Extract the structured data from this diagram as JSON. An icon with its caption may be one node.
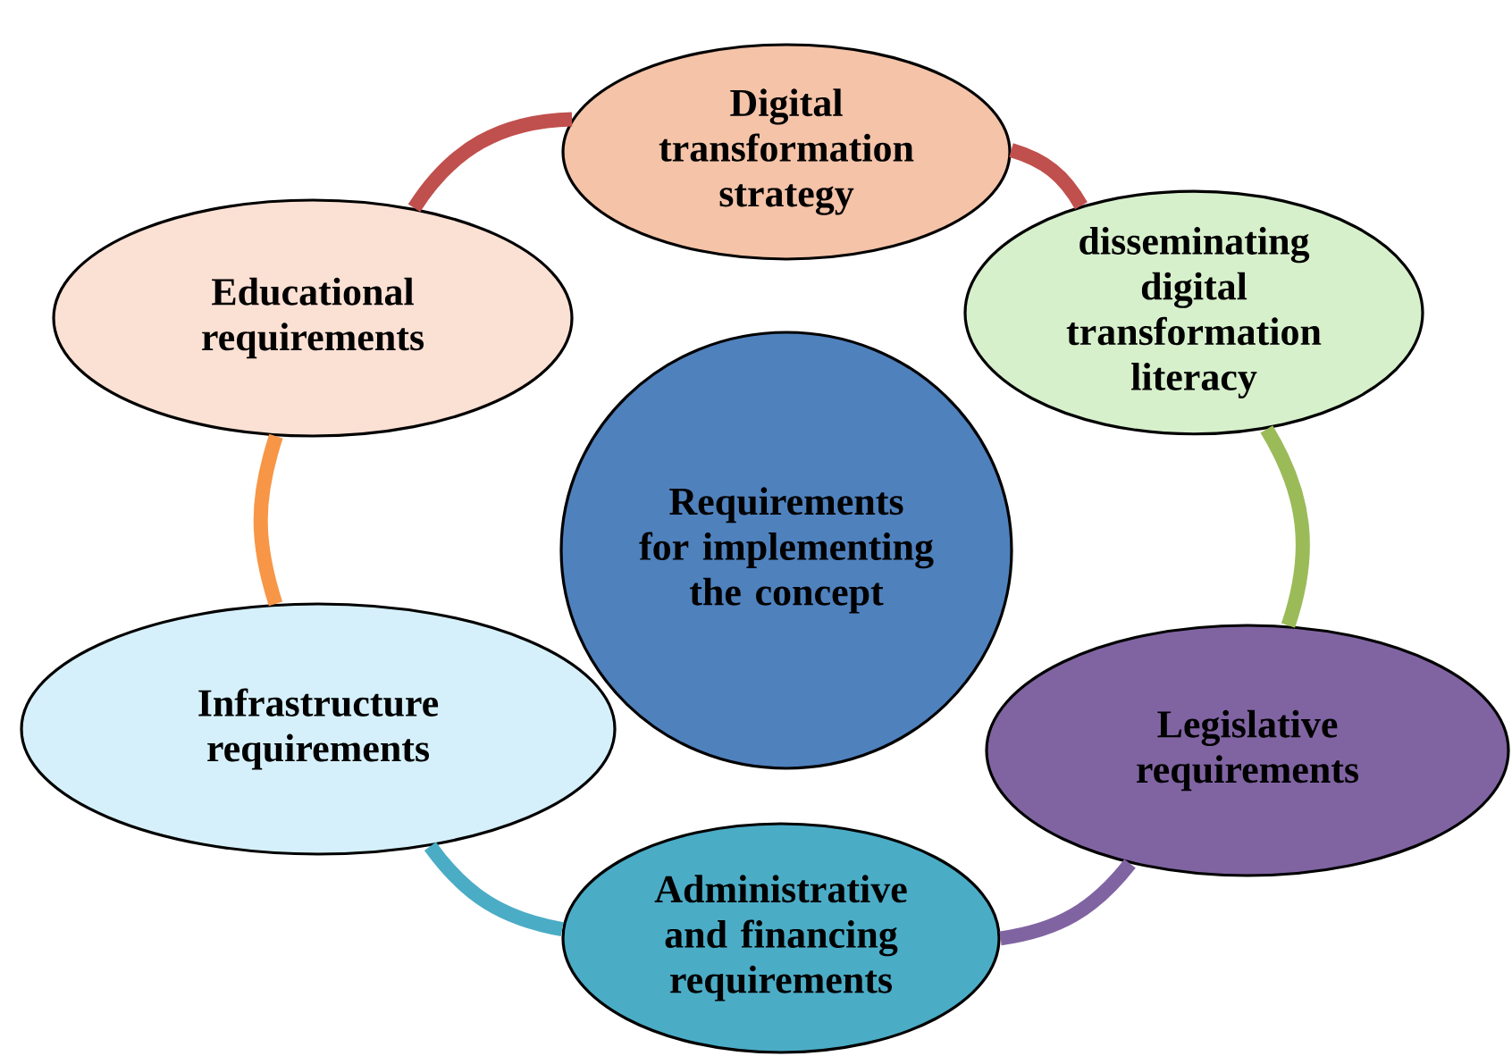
{
  "diagram": {
    "nodes": [
      {
        "text": [
          "Requirements for implementing the concept"
        ]
      },
      {
        "text": [
          "Digital transformation strategy"
        ]
      },
      {
        "text": [
          "disseminating digital transformation literacy"
        ]
      },
      {
        "text": [
          "Legislative requirements"
        ]
      },
      {
        "text": [
          "Administrative and financing requirements"
        ]
      },
      {
        "text": [
          "Infrastructure requirements"
        ]
      },
      {
        "text": [
          "Educational requirements"
        ]
      }
    ],
    "edges": [
      {
        "from": 6,
        "to": 1,
        "arrow": "none",
        "color": "#c0504d"
      },
      {
        "from": 1,
        "to": 2,
        "arrow": "none",
        "color": "#c0504d"
      },
      {
        "from": 2,
        "to": 3,
        "arrow": "none",
        "color": "#9bbb59"
      },
      {
        "from": 3,
        "to": 4,
        "arrow": "none",
        "color": "#8064a2"
      },
      {
        "from": 4,
        "to": 5,
        "arrow": "none",
        "color": "#4bacc6"
      },
      {
        "from": 5,
        "to": 6,
        "arrow": "none",
        "color": "#f79646"
      }
    ]
  }
}
